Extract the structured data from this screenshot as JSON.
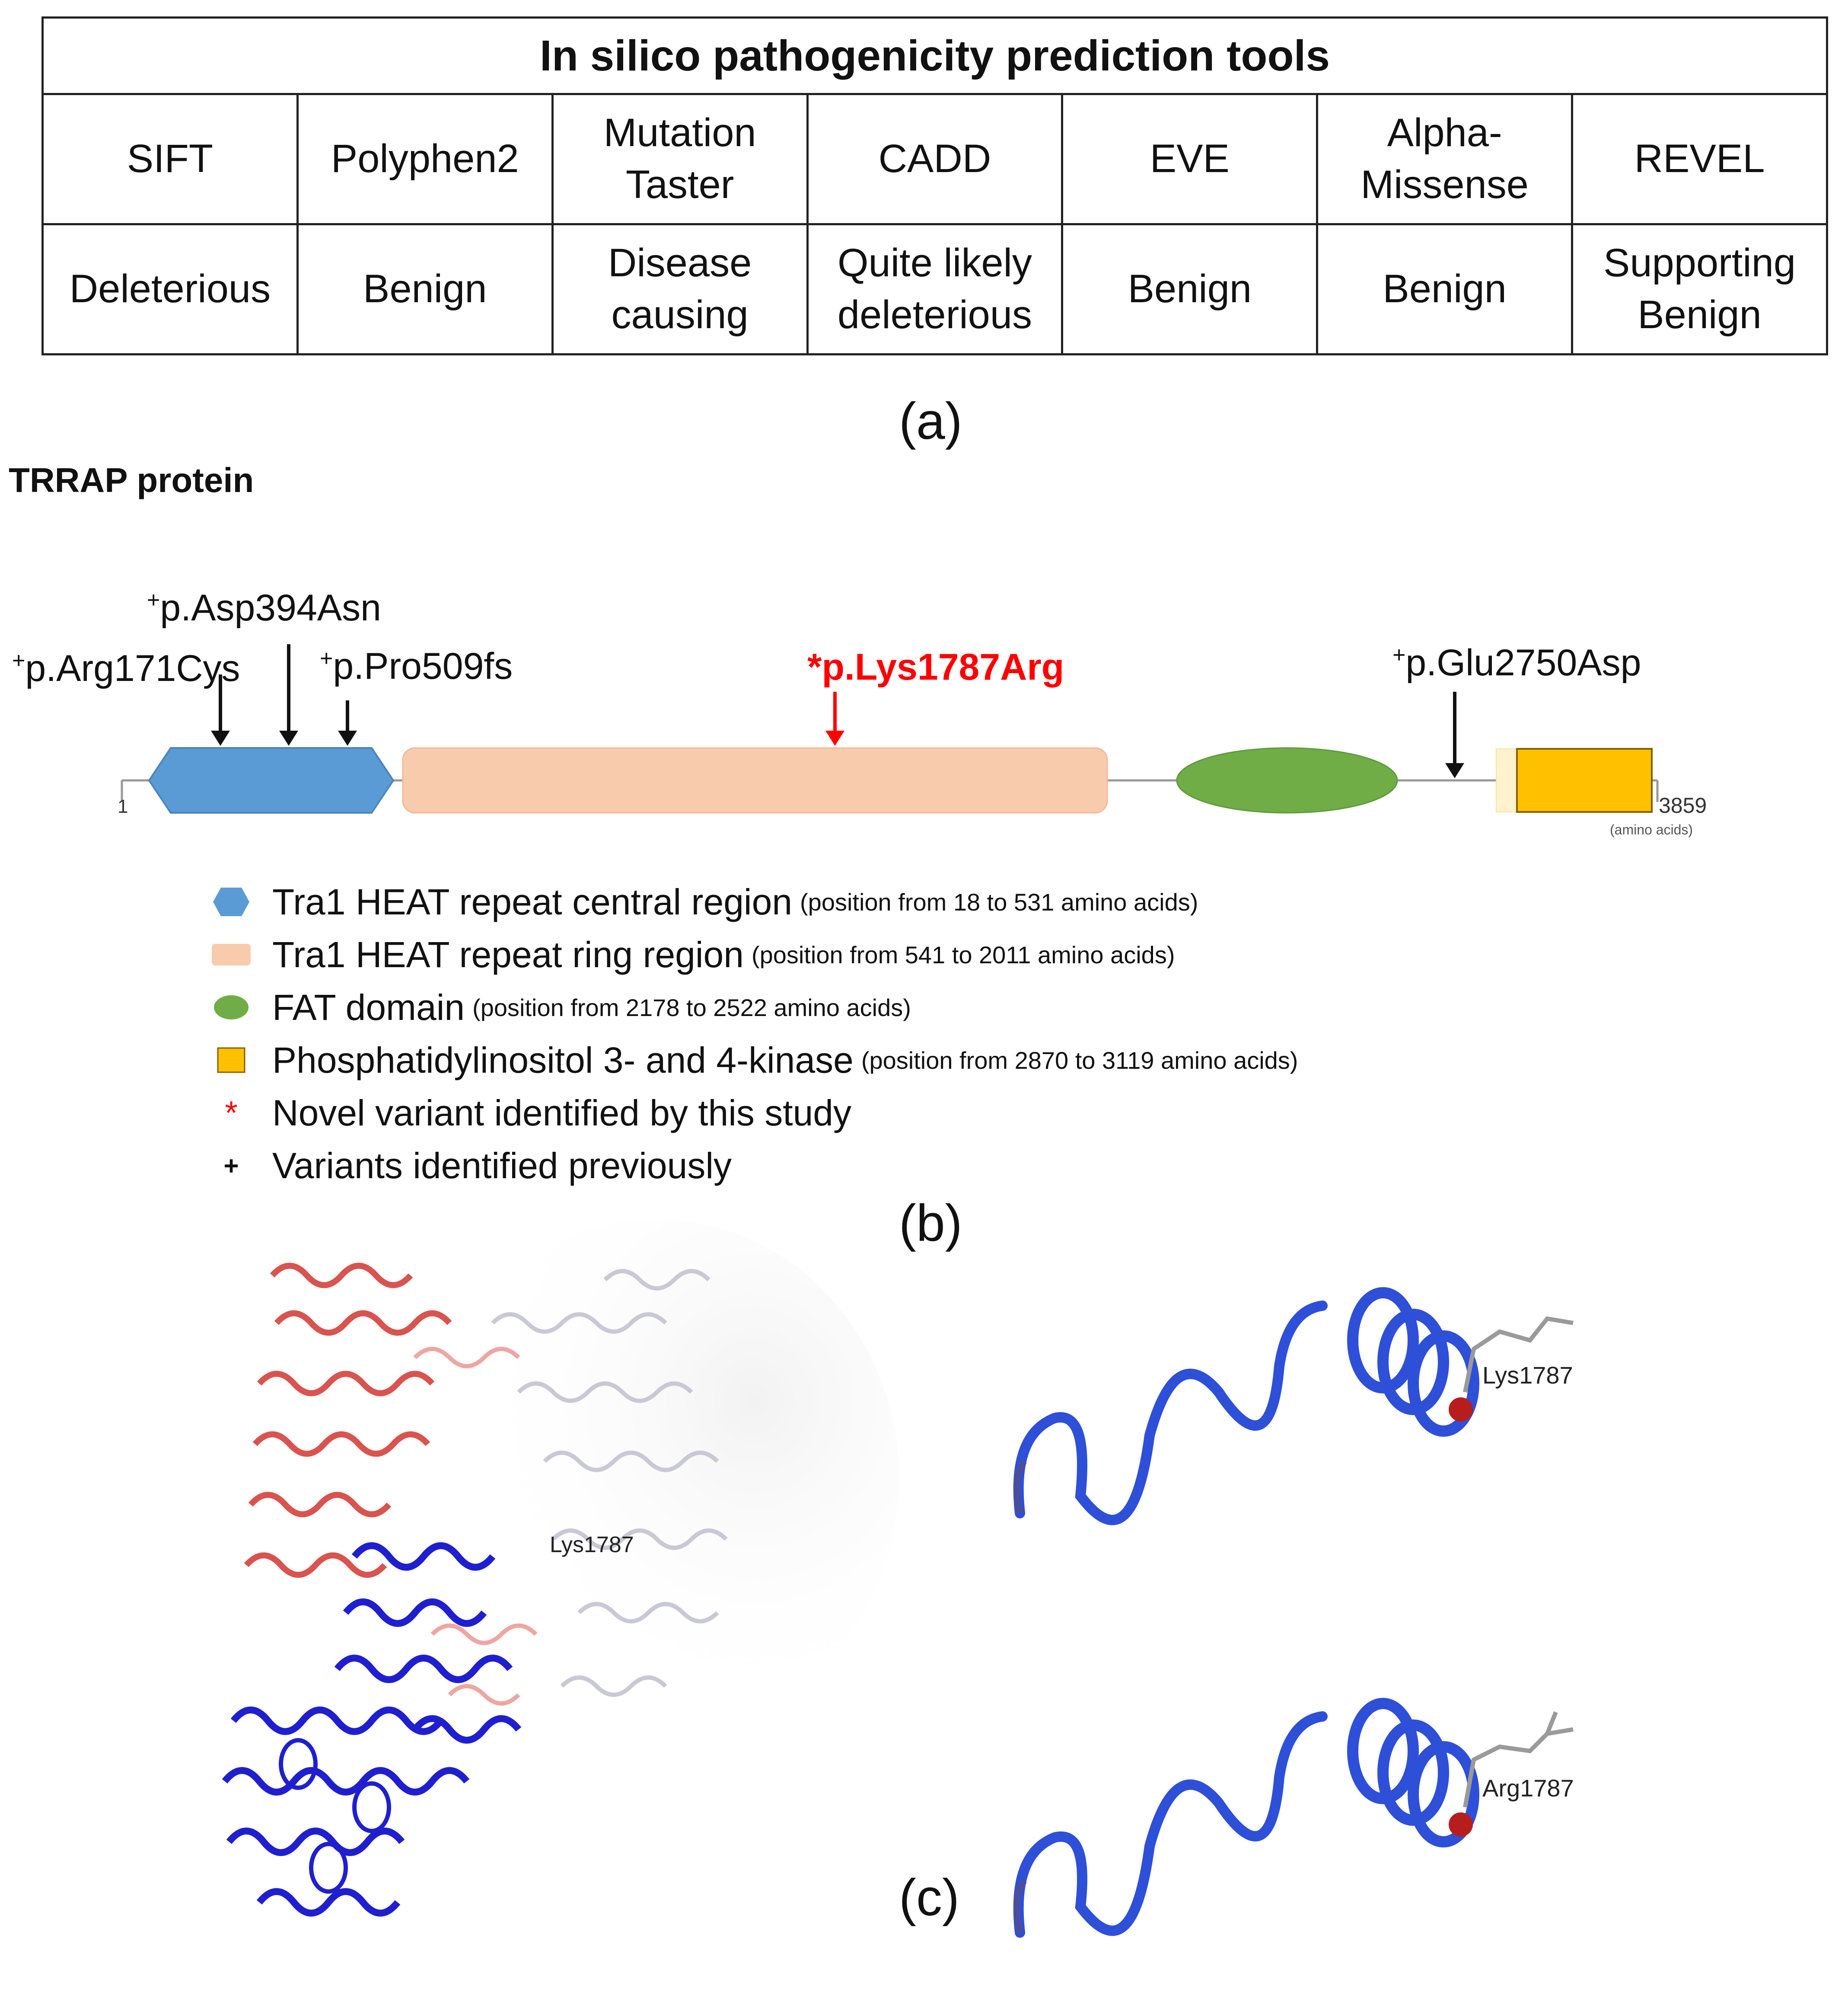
{
  "panel_a": {
    "title": "In silico pathogenicity prediction tools",
    "tools": [
      {
        "name": "SIFT",
        "result": "Deleterious"
      },
      {
        "name": "Polyphen2",
        "result": "Benign"
      },
      {
        "name": "Mutation Taster",
        "result": "Disease causing"
      },
      {
        "name": "CADD",
        "result": "Quite likely deleterious"
      },
      {
        "name": "EVE",
        "result": "Benign"
      },
      {
        "name": "Alpha-Missense",
        "result": "Benign"
      },
      {
        "name": "REVEL",
        "result": "Supporting Benign"
      }
    ],
    "label": "(a)"
  },
  "panel_b": {
    "title": "TRRAP protein",
    "start": "1",
    "end": "3859",
    "end_unit": "(amino acids)",
    "variants": [
      {
        "marker": "+",
        "name": "p.Arg171Cys",
        "position": 171,
        "novel": false
      },
      {
        "marker": "+",
        "name": "p.Asp394Asn",
        "position": 394,
        "novel": false
      },
      {
        "marker": "+",
        "name": "p.Pro509fs",
        "position": 509,
        "novel": false
      },
      {
        "marker": "*",
        "name": "p.Lys1787Arg",
        "position": 1787,
        "novel": true
      },
      {
        "marker": "+",
        "name": "p.Glu2750Asp",
        "position": 2750,
        "novel": false
      }
    ],
    "domains": [
      {
        "name": "Tra1 HEAT repeat central region",
        "range": "(position from 18 to 531 amino acids)",
        "start": 18,
        "end": 531,
        "color": "#5b9bd5",
        "shape": "hexagon"
      },
      {
        "name": "Tra1 HEAT repeat ring region",
        "range": "(position from 541 to 2011 amino acids)",
        "start": 541,
        "end": 2011,
        "color": "#f8cbad",
        "shape": "rounded-rect"
      },
      {
        "name": "FAT domain",
        "range": "(position from 2178 to 2522 amino acids)",
        "start": 2178,
        "end": 2522,
        "color": "#70ad47",
        "shape": "ellipse"
      },
      {
        "name": "Phosphatidylinositol 3- and 4-kinase",
        "range": "(position from 2870 to 3119 amino acids)",
        "start": 2870,
        "end": 3119,
        "color": "#ffc000",
        "shape": "rect"
      }
    ],
    "legend_markers": [
      {
        "symbol": "*",
        "label": "Novel variant identified by this study",
        "color": "#ff0000"
      },
      {
        "symbol": "+",
        "label": "Variants identified previously",
        "color": "#111111"
      }
    ],
    "novel_color": "#ff0000",
    "label": "(b)"
  },
  "panel_c": {
    "full_structure_label": "Lys1787",
    "wildtype_label": "Lys1787",
    "mutant_label": "Arg1787",
    "label": "(c)"
  }
}
